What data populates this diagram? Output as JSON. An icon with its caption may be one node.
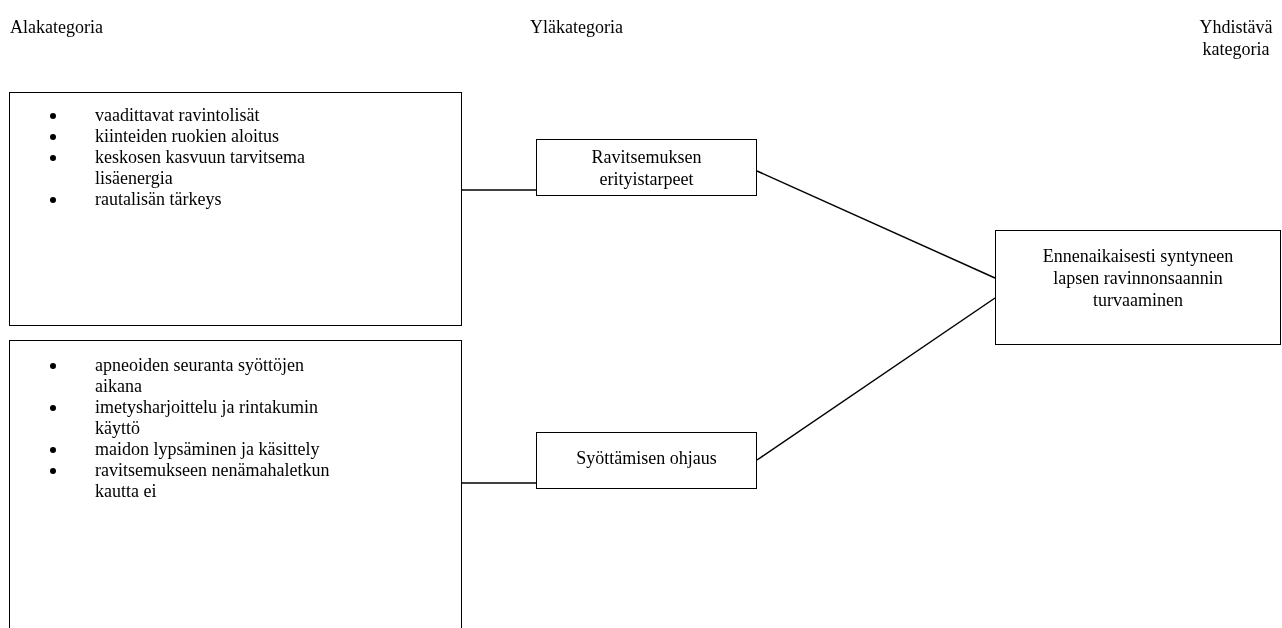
{
  "diagram": {
    "nodes": [
      {
        "text": [
          "vaadittavat ravintolisät",
          "kiinteiden ruokien aloitus",
          "keskosen kasvuun tarvitsema lisäenergia",
          "rautalisän tärkeys"
        ]
      },
      {
        "text": [
          "apneoiden seuranta syöttöjen aikana",
          "imetysharjoittelu ja rintakumin käyttö",
          "maidon lypsäminen ja käsittely",
          "ravitsemukseen nenämahaletkun kautta ei"
        ]
      },
      {
        "text": [
          "Ravitsemuksen erityistarpeet"
        ]
      },
      {
        "text": [
          "Syöttämisen ohjaus"
        ]
      },
      {
        "text": [
          "Ennenaikaisesti syntyneen lapsen ravinnonsaannin turvaaminen"
        ]
      }
    ],
    "edges": [
      {
        "from": 0,
        "to": 2,
        "arrow": "none"
      },
      {
        "from": 1,
        "to": 3,
        "arrow": "none"
      },
      {
        "from": 2,
        "to": 4,
        "arrow": "none"
      },
      {
        "from": 3,
        "to": 4,
        "arrow": "none"
      }
    ],
    "labels": [
      "Alakategoria",
      "Yläkategoria",
      "Yhdistävä kategoria"
    ]
  }
}
